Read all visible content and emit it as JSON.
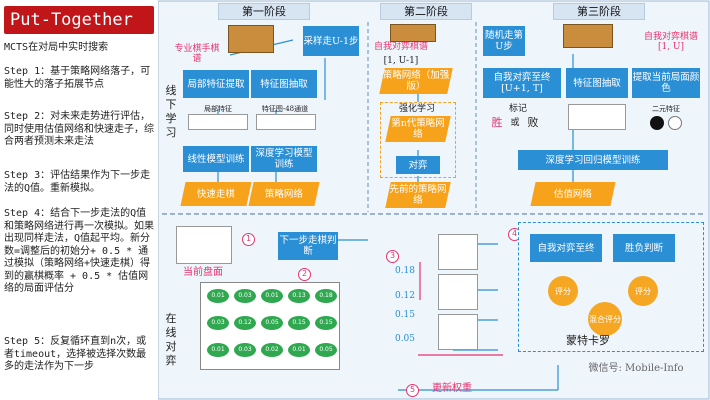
{
  "left": {
    "title": "Put-Together",
    "intro": "MCTS在对局中实时搜索",
    "step1": "Step 1：基于策略网络落子，可能性大的落子拓展节点",
    "step2": "Step 2：对未来走势进行评估，同时使用估值网络和快速走子，综合两者预测未来走法",
    "step3": "Step 3：评估结果作为下一步走法的Q值。重新模拟。",
    "step4": "Step 4：结合下一步走法的Q值和策略网络进行再一次模拟。如果出现同样走法，Q值起平均。新分数=调整后的初始分+ 0.5 * 通过模拟（策略网络+快速走棋）得到的赢棋概率 + 0.5 * 估值网络的局面评估分",
    "step5": "Step 5：反复循环直到n次，或者timeout，选择被选择次数最多的走法作为下一步"
  },
  "stages": {
    "s1": "第一阶段",
    "s2": "第二阶段",
    "s3": "第三阶段"
  },
  "offline": {
    "side_label": "线下学习",
    "expert_games": "专业棋手棋谱",
    "sample": "采样走U-1步",
    "local_feat": "局部特征提取",
    "feat_extract": "特征图抽取",
    "local_feat_sub": "局部特征",
    "feat_sub": "特征图-48通道",
    "linear_train": "线性模型训练",
    "deep_train": "深度学习模型训练",
    "fast_rollout": "快速走棋",
    "policy_net": "策略网络",
    "self_play_games": "自我对弈棋谱",
    "range1": "[1, U-1]",
    "policy_net_rl": "策略网络（加强版）",
    "rl_label": "强化学习",
    "n_policy": "第n代策略网络",
    "self_play": "对弈",
    "prev_policy": "先前的策略网络",
    "random_move": "随机走第U步",
    "self_play_games2": "自我对弈棋谱[1, U]",
    "self_play_end": "自我对弈至终[U+1, T]",
    "feat_extract2": "特征图抽取",
    "cur_feat": "提取当前局面颜色",
    "mark": "标记",
    "win": "胜",
    "or": "或",
    "lose": "败",
    "binary": "二元特征",
    "deep_regression": "深度学习回归模型训练",
    "value_net": "估值网络"
  },
  "online": {
    "side_label": "在线对弈",
    "current": "当前盘面",
    "next_step": "下一步走棋判断",
    "self_play_end": "自我对弈至终",
    "win_judge": "胜负判断",
    "eval": "评分",
    "combined": "混合评分",
    "mcts": "蒙特卡罗",
    "update": "更新权重",
    "prob1": "0.18",
    "prob2": "0.12",
    "prob3": "0.15",
    "prob4": "0.05",
    "n1": "1",
    "n2": "2",
    "n3": "3",
    "n4": "4",
    "n5": "5",
    "board_vals": [
      "0.01",
      "0.03",
      "0.01",
      "0.13",
      "0.18",
      "0.03",
      "0.12",
      "0.05",
      "0.15",
      "0.15",
      "0.01",
      "0.03",
      "0.02",
      "0.01",
      "0.05"
    ]
  },
  "watermark": "微信号: Mobile-Info"
}
